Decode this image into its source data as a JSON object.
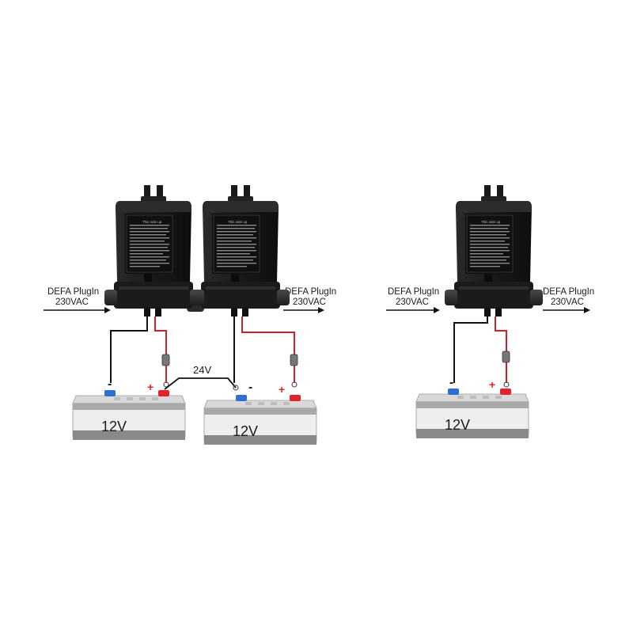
{
  "labels": {
    "left_input": {
      "line1": "DEFA PlugIn",
      "line2": "230VAC"
    },
    "left_output": {
      "line1": "DEFA PlugIn",
      "line2": "230VAC"
    },
    "right_input": {
      "line1": "DEFA PlugIn",
      "line2": "230VAC"
    },
    "right_output": {
      "line1": "DEFA PlugIn",
      "line2": "230VAC"
    },
    "series_voltage": "24V"
  },
  "charger": {
    "top_text": "This side up"
  },
  "batteries": [
    {
      "label": "12V",
      "neg_sign": "-",
      "pos_sign": "+"
    },
    {
      "label": "12V",
      "neg_sign": "-",
      "pos_sign": "+"
    },
    {
      "label": "12V",
      "neg_sign": "-",
      "pos_sign": "+"
    }
  ],
  "colors": {
    "charger_body": "#1e1e1e",
    "negative_wire": "#111111",
    "positive_wire": "#d0202a",
    "negative_terminal": "#2f6fd1",
    "positive_terminal": "#e0242e",
    "battery_body": "#e6e6e6",
    "battery_band": "#8a8a8a"
  }
}
